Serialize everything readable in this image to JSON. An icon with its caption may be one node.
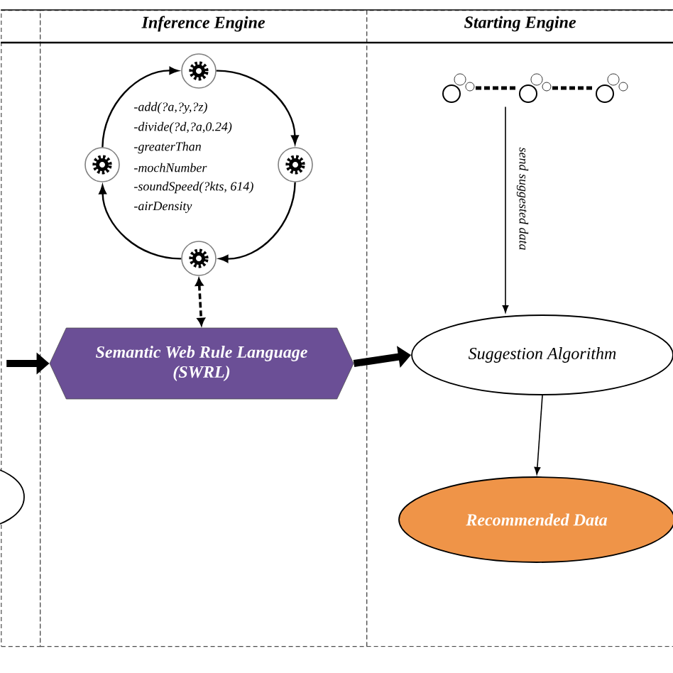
{
  "diagram": {
    "nodes": [
      {
        "text": [],
        "shape": "box"
      },
      {
        "text": [],
        "shape": "ellipse"
      },
      {
        "text": [
          "Inference Engine"
        ]
      },
      {
        "text": [],
        "shape": "circle",
        "in": 2
      },
      {
        "text": [],
        "shape": "circle",
        "in": 2
      },
      {
        "text": [],
        "shape": "circle",
        "in": 2
      },
      {
        "text": [],
        "shape": "circle",
        "in": 2
      },
      {
        "text": [
          "Semantic Web Rule Language (SWRL)"
        ],
        "in": 2
      },
      {
        "text": [
          "Starting Engine"
        ]
      },
      {
        "text": [],
        "shape": "picture",
        "in": 8
      },
      {
        "text": [
          "Suggestion Algorithm"
        ],
        "in": 8
      },
      {
        "text": [
          "Recommended Data"
        ],
        "in": 8
      }
    ],
    "edges": [
      {
        "from": 4,
        "to": 3,
        "arrow": "to"
      },
      {
        "from": 3,
        "to": 5,
        "arrow": "to"
      },
      {
        "from": 5,
        "to": 6,
        "arrow": "to"
      },
      {
        "from": 6,
        "to": 4,
        "arrow": "to"
      },
      {
        "from": 6,
        "to": 7,
        "arrow": "both",
        "style": "dashed"
      },
      {
        "from": 0,
        "to": 7,
        "arrow": "to",
        "style": "thick"
      },
      {
        "from": 7,
        "to": 10,
        "arrow": "to",
        "style": "thick"
      },
      {
        "from": 9,
        "to": 10,
        "arrow": "to",
        "label": "send suggested data"
      },
      {
        "from": 10,
        "to": 11,
        "arrow": "to"
      }
    ],
    "labels": [
      "-add(?a,?y,?z)",
      "-divide(?d,?a,0.24)",
      "-greaterThan",
      "-mochNumber",
      "-soundSpeed(?kts, 614)",
      "-airDensity"
    ]
  }
}
